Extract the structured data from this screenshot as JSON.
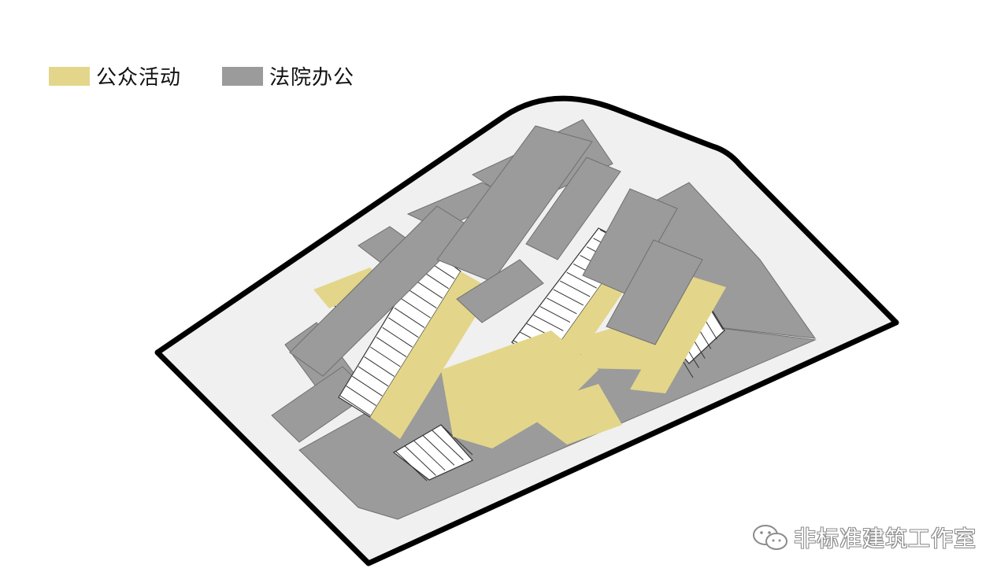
{
  "legend": {
    "public": {
      "label": "公众活动",
      "color": "#e3d68a"
    },
    "court": {
      "label": "法院办公",
      "color": "#9b9b9b"
    }
  },
  "colors": {
    "site_fill": "#f0f0f0",
    "site_outline": "#000000",
    "room_wall": "#ffffff"
  },
  "watermark": {
    "text": "非标准建筑工作室",
    "icon": "wechat-icon"
  }
}
